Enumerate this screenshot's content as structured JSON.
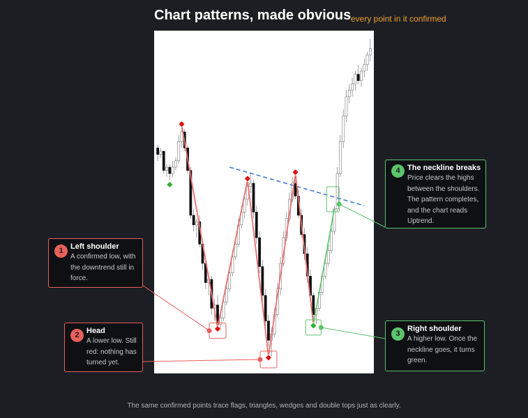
{
  "title": "Chart patterns, made obvious",
  "subtitle": "every point in it confirmed",
  "footer": "The same confirmed points trace flags, triangles, wedges and double tops just as clearly.",
  "colors": {
    "background": "#1c1e23",
    "accent": "#f0a030",
    "bearish": "#e8605a",
    "bullish": "#5cc46b",
    "neckline": "#3a7ad8",
    "marker_red": "#e01010",
    "marker_green": "#30b030"
  },
  "callouts": {
    "left_shoulder": {
      "number": "1",
      "title": "Left shoulder",
      "body": "A confirmed low, with the downtrend still in force."
    },
    "head": {
      "number": "2",
      "title": "Head",
      "body": "A lower low. Still red: nothing has turned yet."
    },
    "right_shoulder": {
      "number": "3",
      "title": "Right shoulder",
      "body": "A higher low. Once the neckline goes, it turns green."
    },
    "neckline_break": {
      "number": "4",
      "title": "The neckline breaks",
      "body": "Price clears the highs between the shoulders. The pattern completes, and the chart reads Uptrend."
    }
  },
  "chart_data": {
    "type": "candlestick",
    "pattern": "inverse head and shoulders",
    "axes_visible": false,
    "grid": false,
    "price_range": [
      0,
      100
    ],
    "candles": [
      [
        66,
        67,
        62,
        64
      ],
      [
        64,
        66,
        63,
        65
      ],
      [
        65,
        65,
        58,
        59
      ],
      [
        59,
        61,
        57,
        60
      ],
      [
        60,
        61,
        56,
        58
      ],
      [
        58,
        62,
        57,
        60
      ],
      [
        60,
        63,
        59,
        62
      ],
      [
        62,
        70,
        61,
        68
      ],
      [
        68,
        73,
        66,
        71
      ],
      [
        71,
        72,
        65,
        66
      ],
      [
        66,
        67,
        58,
        59
      ],
      [
        59,
        60,
        44,
        45
      ],
      [
        45,
        47,
        40,
        42
      ],
      [
        42,
        44,
        38,
        43
      ],
      [
        43,
        45,
        35,
        36
      ],
      [
        36,
        37,
        28,
        30
      ],
      [
        30,
        31,
        22,
        24
      ],
      [
        24,
        27,
        20,
        25
      ],
      [
        25,
        26,
        14,
        16
      ],
      [
        16,
        19,
        12,
        17
      ],
      [
        17,
        20,
        10,
        11
      ],
      [
        11,
        15,
        9,
        13
      ],
      [
        13,
        19,
        12,
        18
      ],
      [
        18,
        23,
        17,
        22
      ],
      [
        22,
        28,
        21,
        27
      ],
      [
        27,
        34,
        26,
        32
      ],
      [
        32,
        38,
        31,
        36
      ],
      [
        36,
        44,
        35,
        42
      ],
      [
        42,
        48,
        41,
        46
      ],
      [
        46,
        52,
        44,
        50
      ],
      [
        50,
        56,
        48,
        54
      ],
      [
        54,
        58,
        52,
        55
      ],
      [
        55,
        56,
        44,
        46
      ],
      [
        46,
        48,
        36,
        38
      ],
      [
        38,
        40,
        27,
        29
      ],
      [
        29,
        31,
        18,
        20
      ],
      [
        20,
        22,
        10,
        12
      ],
      [
        12,
        14,
        4,
        6
      ],
      [
        6,
        10,
        1,
        8
      ],
      [
        8,
        16,
        7,
        14
      ],
      [
        14,
        24,
        13,
        22
      ],
      [
        22,
        32,
        20,
        30
      ],
      [
        30,
        40,
        29,
        38
      ],
      [
        38,
        46,
        37,
        44
      ],
      [
        44,
        52,
        43,
        50
      ],
      [
        50,
        57,
        49,
        55
      ],
      [
        55,
        58,
        50,
        51
      ],
      [
        51,
        53,
        44,
        45
      ],
      [
        45,
        47,
        38,
        39
      ],
      [
        39,
        41,
        31,
        33
      ],
      [
        33,
        35,
        24,
        26
      ],
      [
        26,
        28,
        18,
        20
      ],
      [
        20,
        21,
        12,
        14
      ],
      [
        14,
        17,
        11,
        16
      ],
      [
        16,
        22,
        15,
        21
      ],
      [
        21,
        27,
        20,
        26
      ],
      [
        26,
        32,
        25,
        30
      ],
      [
        30,
        36,
        29,
        34
      ],
      [
        34,
        42,
        33,
        40
      ],
      [
        40,
        48,
        39,
        47
      ],
      [
        47,
        60,
        46,
        58
      ],
      [
        58,
        70,
        57,
        68
      ],
      [
        68,
        78,
        66,
        76
      ],
      [
        76,
        84,
        74,
        82
      ],
      [
        82,
        86,
        80,
        84
      ],
      [
        84,
        88,
        82,
        86
      ],
      [
        86,
        90,
        84,
        89
      ],
      [
        89,
        92,
        86,
        87
      ],
      [
        87,
        91,
        85,
        90
      ],
      [
        90,
        94,
        88,
        92
      ],
      [
        92,
        96,
        90,
        95
      ],
      [
        95,
        100,
        93,
        97
      ]
    ],
    "pivots": [
      {
        "index": 8,
        "kind": "high",
        "label": "",
        "value": 73,
        "color": "red"
      },
      {
        "index": 4,
        "kind": "low",
        "label": "",
        "value": 55,
        "color": "green"
      },
      {
        "index": 20,
        "kind": "low",
        "label": "Left shoulder",
        "value": 10,
        "color": "red"
      },
      {
        "index": 30,
        "kind": "high",
        "label": "",
        "value": 56,
        "color": "red"
      },
      {
        "index": 37,
        "kind": "low",
        "label": "Head",
        "value": 1,
        "color": "red"
      },
      {
        "index": 46,
        "kind": "high",
        "label": "",
        "value": 58,
        "color": "red"
      },
      {
        "index": 52,
        "kind": "low",
        "label": "Right shoulder",
        "value": 11,
        "color": "green"
      }
    ],
    "neckline": {
      "from": [
        24,
        60
      ],
      "to": [
        69,
        48
      ]
    },
    "breakout_index": 59
  }
}
